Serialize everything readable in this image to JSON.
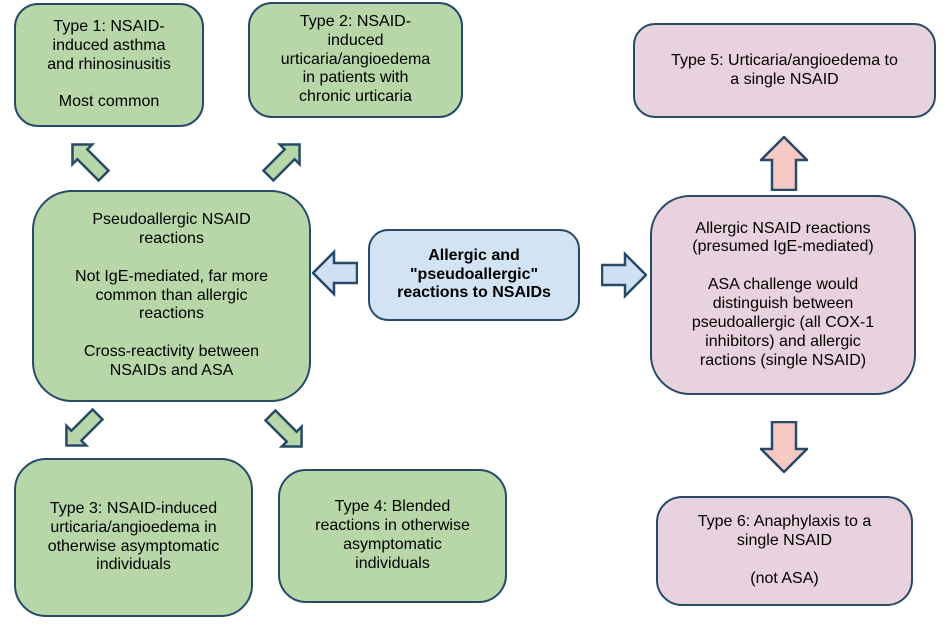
{
  "diagram_title": "Allergic and \"pseudoallergic\" reactions to NSAIDs",
  "colors": {
    "border": "#264a68",
    "green_fill": "#b7d7a8",
    "blue_box_fill": "#d2e4f3",
    "blue_arrow_fill": "#cfe0f2",
    "pink_box_fill": "#e8d2dd",
    "pink_arrow_fill": "#f6c9c5",
    "background": "#ffffff",
    "text": "#000000"
  },
  "nodes": {
    "center": {
      "label": "Allergic and\n\"pseudoallergic\"\nreactions to NSAIDs"
    },
    "pseudoallergic": {
      "label": "Pseudoallergic NSAID\nreactions\n\nNot IgE-mediated, far more\ncommon than allergic\nreactions\n\nCross-reactivity between\nNSAIDs and ASA"
    },
    "allergic": {
      "label": "Allergic NSAID reactions\n(presumed IgE-mediated)\n\nASA challenge would\ndistinguish between\npseudoallergic (all COX-1\ninhibitors) and allergic\nractions (single NSAID)"
    },
    "type1": {
      "label": "Type 1: NSAID-\ninduced asthma\nand rhinosinusitis\n\nMost common"
    },
    "type2": {
      "label": "Type 2: NSAID-\ninduced\nurticaria/angioedema\nin patients with\nchronic urticaria"
    },
    "type3": {
      "label": "Type 3: NSAID-induced\nurticaria/angioedema in\notherwise asymptomatic\nindividuals"
    },
    "type4": {
      "label": "Type 4: Blended\nreactions in otherwise\nasymptomatic\nindividuals"
    },
    "type5": {
      "label": "Type 5: Urticaria/angioedema to\na single NSAID"
    },
    "type6": {
      "label": "Type 6: Anaphylaxis to a\nsingle NSAID\n\n(not ASA)"
    }
  },
  "icons": {
    "arrow_up_left": "green block arrow pointing up-left",
    "arrow_up_right": "green block arrow pointing up-right",
    "arrow_down_left": "green block arrow pointing down-left",
    "arrow_down_right": "green block arrow pointing down-right",
    "arrow_left": "blue block arrow pointing left",
    "arrow_right": "blue block arrow pointing right",
    "arrow_up": "pink block arrow pointing up",
    "arrow_down": "pink block arrow pointing down"
  }
}
